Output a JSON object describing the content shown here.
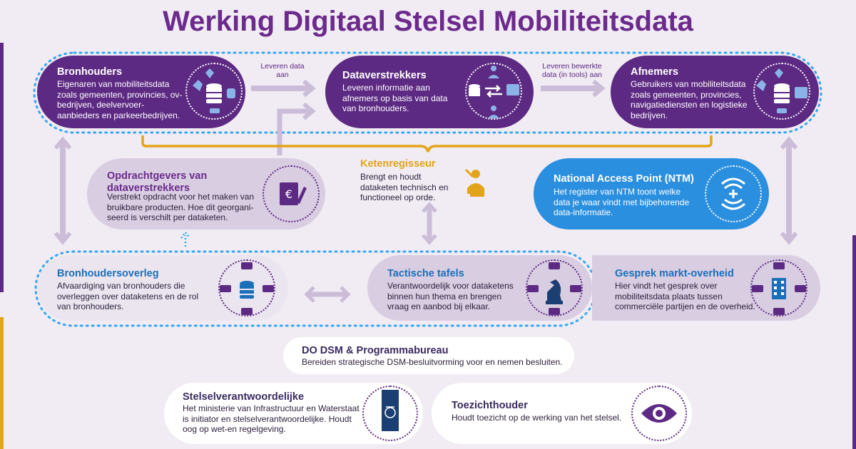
{
  "title": "Werking Digitaal Stelsel Mobiliteitsdata",
  "nodes": {
    "bronhouders": {
      "title": "Bronhouders",
      "text": "Eigenaren van mobiliteitsdata zoals gemeenten, provincies, ov-bedrijven, deelvervoer-aanbieders en parkeerbedrijven."
    },
    "dataverstrekkers": {
      "title": "Dataverstrekkers",
      "text": "Leveren informatie aan afnemers op basis van data van bronhouders."
    },
    "afnemers": {
      "title": "Afnemers",
      "text": "Gebruikers van mobiliteitsdata zoals gemeenten, provincies, navigatiediensten en logistieke bedrijven."
    },
    "opdrachtgevers": {
      "title": "Opdrachtgevers van dataverstrekkers",
      "text": "Verstrekt opdracht voor het maken van bruikbare producten. Hoe dit georgani-seerd is verschilt per dataketen."
    },
    "ketenregisseur": {
      "title": "Ketenregisseur",
      "text": "Brengt en houdt dataketen technisch en functioneel op orde."
    },
    "nap": {
      "title": "National Access Point (NTM)",
      "text": "Het register van NTM toont welke data je waar vindt met bijbehorende data-informatie."
    },
    "bronhoudersoverleg": {
      "title": "Bronhoudersoverleg",
      "text": "Afvaardiging van bronhouders die overleggen over dataketens en de rol van bronhouders."
    },
    "tactische": {
      "title": "Tactische tafels",
      "text": "Verantwoordelijk voor dataketens binnen hun thema en brengen vraag en aanbod bij elkaar."
    },
    "gesprek": {
      "title": "Gesprek markt-overheid",
      "text": "Hier vindt het gesprek over mobiliteitsdata plaats tussen commerciële partijen en de overheid."
    },
    "dodsm": {
      "title": "DO DSM & Programmabureau",
      "text": "Bereiden strategische DSM-besluitvorming voor en nemen besluiten."
    },
    "stelsel": {
      "title": "Stelselverantwoordelijke",
      "text": "Het ministerie van Infrastructuur en Waterstaat is initiator en stelselverantwoordelijke. Houdt oog op wet-en regelgeving."
    },
    "toezicht": {
      "title": "Toezichthouder",
      "text": "Houdt toezicht op de werking van het stelsel."
    }
  },
  "arrows": {
    "a1": "Leveren data aan",
    "a2": "Leveren bewerkte data (in tools) aan"
  },
  "icons": [
    "map-icon",
    "database-icon",
    "train-icon",
    "car-icon",
    "person-icon",
    "exchange-icon",
    "screen-icon",
    "euro-document-icon",
    "conductor-icon",
    "signal-icon",
    "chat-icon",
    "chess-knight-icon",
    "building-icon",
    "crest-icon",
    "eye-icon"
  ],
  "colors": {
    "purple": "#5d2a83",
    "lilac": "#d9cde2",
    "blue": "#2b8fe0",
    "yellow": "#e2a418",
    "dotted": "#37a6f0"
  }
}
